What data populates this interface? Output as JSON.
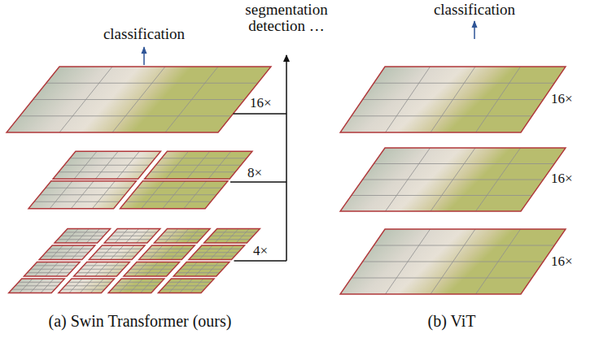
{
  "diagram": {
    "labels": [
      "classification",
      "segmentation detection …",
      "16×",
      "8×",
      "4×",
      "(a) Swin Transformer (ours)",
      "classification",
      "16×",
      "16×",
      "16×",
      "(b) ViT"
    ]
  }
}
